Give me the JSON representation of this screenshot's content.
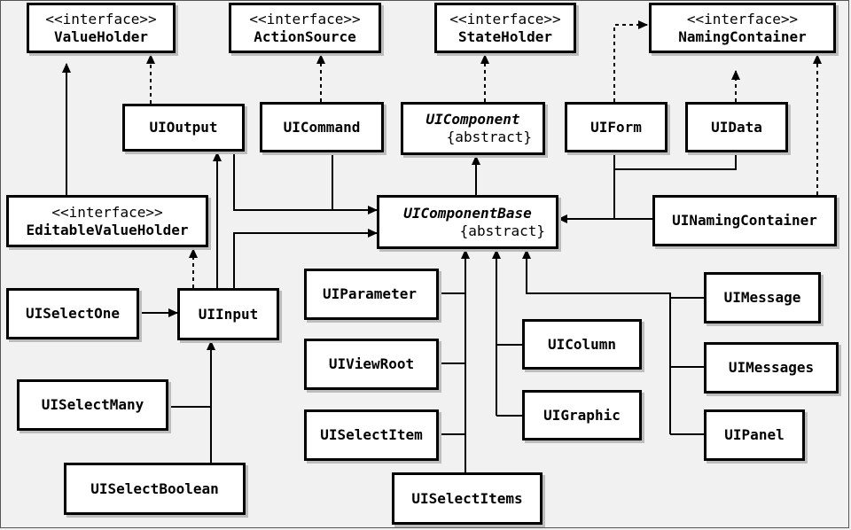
{
  "stereotype": "<<interface>>",
  "abstract_label": "{abstract}",
  "classes": {
    "value_holder": "ValueHolder",
    "action_source": "ActionSource",
    "state_holder": "StateHolder",
    "naming_container": "NamingContainer",
    "ui_output": "UIOutput",
    "ui_command": "UICommand",
    "ui_component": "UIComponent",
    "ui_form": "UIForm",
    "ui_data": "UIData",
    "editable_value_holder": "EditableValueHolder",
    "ui_component_base": "UIComponentBase",
    "ui_naming_container": "UINamingContainer",
    "ui_select_one": "UISelectOne",
    "ui_input": "UIInput",
    "ui_parameter": "UIParameter",
    "ui_message": "UIMessage",
    "ui_column": "UIColumn",
    "ui_view_root": "UIViewRoot",
    "ui_messages": "UIMessages",
    "ui_select_many": "UISelectMany",
    "ui_graphic": "UIGraphic",
    "ui_select_item": "UISelectItem",
    "ui_panel": "UIPanel",
    "ui_select_boolean": "UISelectBoolean",
    "ui_select_items": "UISelectItems"
  },
  "colors": {
    "line": "#000000",
    "box_fill": "#ffffff",
    "background": "#f1f1f1",
    "shadow": "#bdbdbd"
  }
}
